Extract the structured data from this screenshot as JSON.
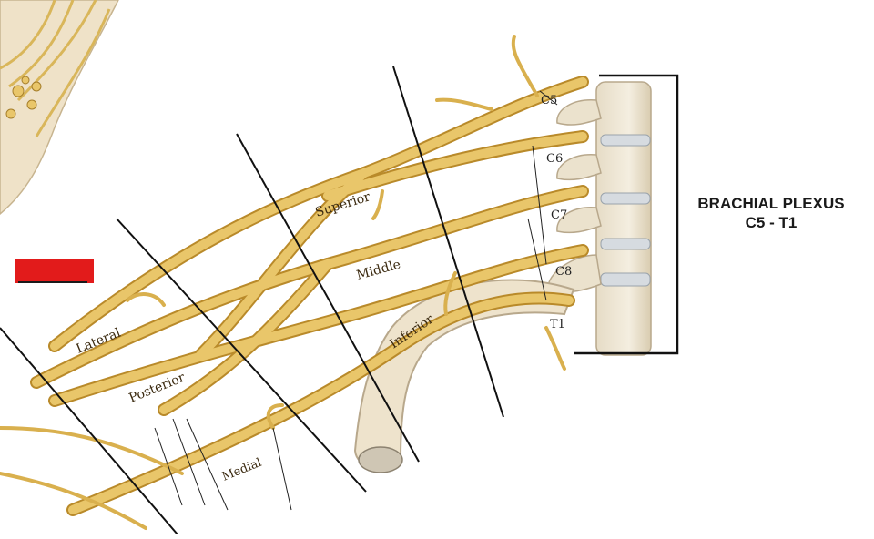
{
  "figure": {
    "title_line1": "BRACHIAL PLEXUS",
    "title_line2": "C5 - T1",
    "root_labels": [
      "C5",
      "C6",
      "C7",
      "C8",
      "T1"
    ],
    "trunk_labels": {
      "superior": "Superior",
      "middle": "Middle",
      "inferior": "Inferior"
    },
    "cord_labels": {
      "lateral": "Lateral",
      "posterior": "Posterior",
      "medial": "Medial"
    }
  },
  "colors": {
    "nerve": "#e9c66a",
    "nerve_edge": "#b98a2a",
    "bone": "#efe6d3",
    "bone_edge": "#b8a88c",
    "label_box": "#e21b1b",
    "leader_line": "#111111"
  }
}
